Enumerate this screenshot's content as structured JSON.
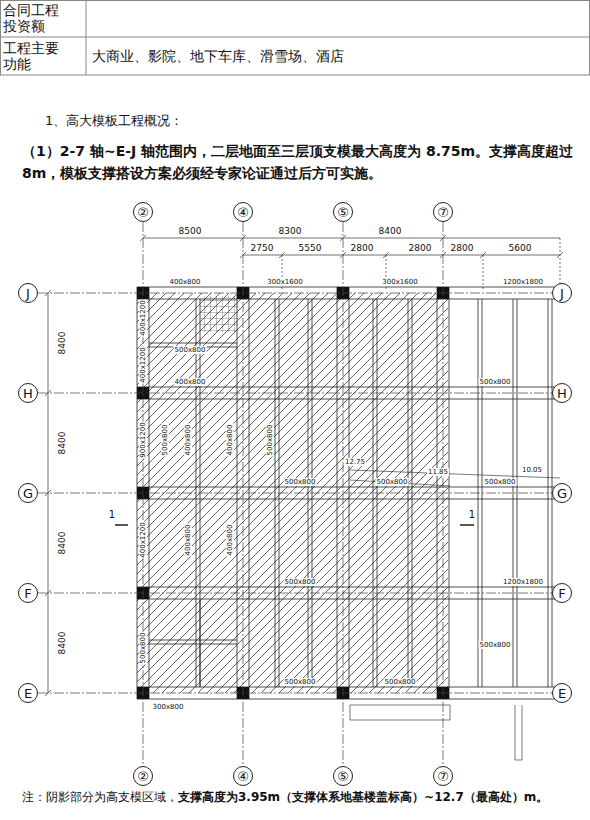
{
  "diagram": {
    "nodes": [
      {
        "text": [
          "②"
        ]
      },
      {
        "text": [
          "④"
        ]
      },
      {
        "text": [
          "⑤"
        ]
      },
      {
        "text": [
          "⑦"
        ]
      },
      {
        "text": [
          "J"
        ]
      },
      {
        "text": [
          "H"
        ]
      },
      {
        "text": [
          "G"
        ]
      },
      {
        "text": [
          "F"
        ]
      },
      {
        "text": [
          "E"
        ]
      },
      {
        "text": [
          "J"
        ]
      },
      {
        "text": [
          "H"
        ]
      },
      {
        "text": [
          "G"
        ]
      },
      {
        "text": [
          "F"
        ]
      },
      {
        "text": [
          "E"
        ]
      },
      {
        "text": [
          "②"
        ]
      },
      {
        "text": [
          "④"
        ]
      },
      {
        "text": [
          "⑤"
        ]
      },
      {
        "text": [
          "⑦"
        ]
      }
    ],
    "edges": [
      {
        "from": 0,
        "to": 14,
        "arrow": "none"
      },
      {
        "from": 1,
        "to": 15,
        "arrow": "none"
      },
      {
        "from": 2,
        "to": 16,
        "arrow": "none"
      },
      {
        "from": 3,
        "to": 17,
        "arrow": "none"
      },
      {
        "from": 4,
        "to": 9,
        "arrow": "none"
      },
      {
        "from": 5,
        "to": 10,
        "arrow": "none"
      },
      {
        "from": 6,
        "to": 11,
        "arrow": "none"
      },
      {
        "from": 7,
        "to": 12,
        "arrow": "none"
      },
      {
        "from": 8,
        "to": 13,
        "arrow": "none"
      }
    ],
    "labels": [
      "合同工程投资额",
      "工程主要功能",
      "大商业、影院、地下车库、滑雪场、酒店",
      "1、高大模板工程概况：",
      "（1）2-7 轴~E-J 轴范围内，二层地面至三层顶支模最大高度为 8.75m。支撑高度超过 8m，模板支撑搭设方案必须经专家论证通过后方可实施。",
      "8500",
      "8300",
      "8400",
      "2750",
      "5550",
      "2800",
      "2800",
      "2800",
      "5600",
      "8400",
      "8400",
      "8400",
      "8400",
      "400x800",
      "300x1600",
      "300x1600",
      "1200x1800",
      "400x1200",
      "400x1200",
      "500x800",
      "400x800",
      "500x800",
      "900x1200",
      "500x800",
      "400x800",
      "400x800",
      "500x800",
      "500x800",
      "500x800",
      "500x800",
      "12.75",
      "11.85",
      "10.05",
      "400x1200",
      "400x800",
      "400x800",
      "500x800",
      "1200x1800",
      "500x800",
      "500x800",
      "500x800",
      "500x800",
      "300x800",
      "1",
      "1",
      "注：阴影部分为高支模区域，",
      "支撑高度为3.95m（支撑体系地基楼盖标高）~12.7（最高处）m。"
    ]
  }
}
